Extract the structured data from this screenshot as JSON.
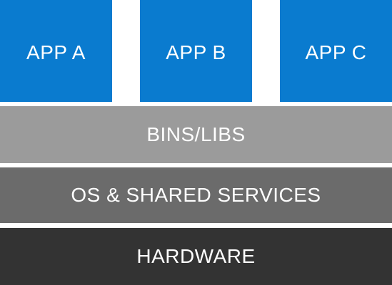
{
  "apps": [
    {
      "label": "APP A"
    },
    {
      "label": "APP B"
    },
    {
      "label": "APP C"
    }
  ],
  "layers": {
    "bins_libs": "BINS/LIBS",
    "os_services": "OS & SHARED SERVICES",
    "hardware": "HARDWARE"
  },
  "colors": {
    "app": "#0a7bcf",
    "bins_libs": "#9b9b9b",
    "os_services": "#6b6b6b",
    "hardware": "#333333",
    "text": "#ffffff",
    "background": "#ffffff"
  }
}
